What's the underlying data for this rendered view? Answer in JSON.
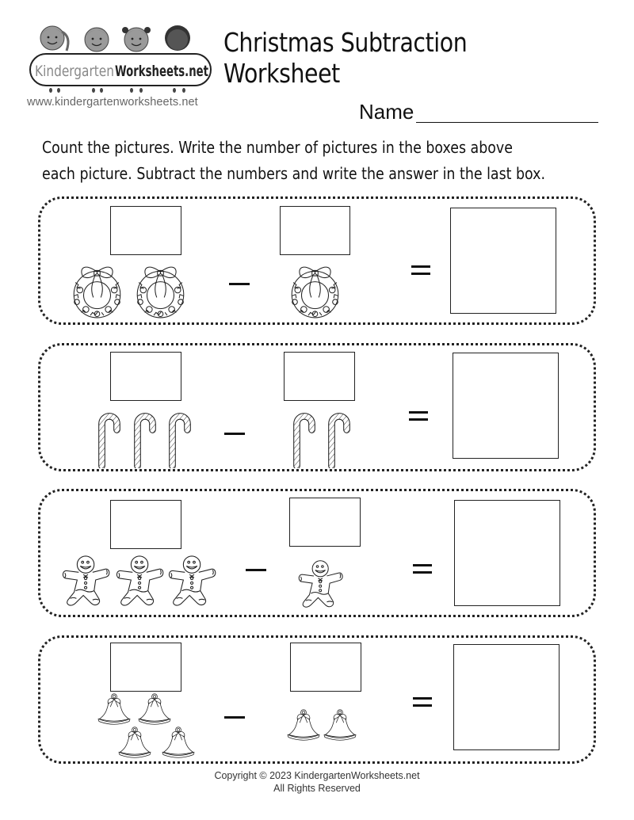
{
  "header": {
    "logo_text_left": "Kindergarten",
    "logo_text_right": "Worksheets.net",
    "site_url": "www.kindergartenworksheets.net",
    "title": "Christmas Subtraction Worksheet",
    "name_label": "Name"
  },
  "instructions": {
    "line1": "Count the pictures. Write the number of pictures in the boxes above",
    "line2": "each picture. Subtract the numbers and write the answer in the last box."
  },
  "problems": [
    {
      "picture": "wreath",
      "minuend_count": 2,
      "subtrahend_count": 1,
      "minus_symbol": "−",
      "equals_symbol": "="
    },
    {
      "picture": "candy-cane",
      "minuend_count": 3,
      "subtrahend_count": 2,
      "minus_symbol": "−",
      "equals_symbol": "="
    },
    {
      "picture": "gingerbread-man",
      "minuend_count": 3,
      "subtrahend_count": 1,
      "minus_symbol": "−",
      "equals_symbol": "="
    },
    {
      "picture": "christmas-bell",
      "minuend_count": 4,
      "subtrahend_count": 2,
      "minus_symbol": "−",
      "equals_symbol": "="
    }
  ],
  "footer": {
    "copyright": "Copyright © 2023 KindergartenWorksheets.net",
    "rights": "All Rights Reserved"
  }
}
